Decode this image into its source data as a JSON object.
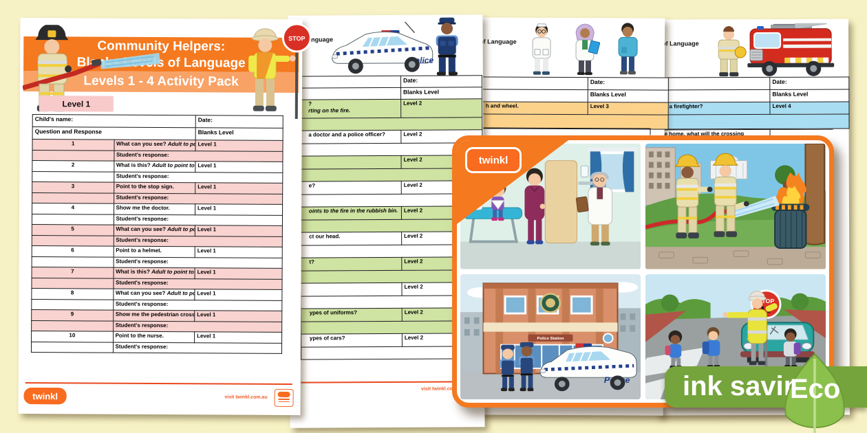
{
  "background_color": "#f7f2c5",
  "brand": {
    "logo_text": "twinkl",
    "orange": "#f4791f"
  },
  "doc1": {
    "title_line1": "Community Helpers:",
    "title_line2": "Blanks Levels of Language",
    "subtitle": "Levels 1 - 4 Activity Pack",
    "section_label": "Level 1",
    "child_name_label": "Child's name:",
    "date_label": "Date:",
    "question_header": "Question and Response",
    "level_header": "Blanks Level",
    "response_label": "Student's response:",
    "stop_sign_text": "STOP",
    "footer_link": "visit twinkl.com.au",
    "rows": [
      {
        "num": "1",
        "q": "What can you see?",
        "hint": "Adult to point to the police car.",
        "level": "Level 1"
      },
      {
        "num": "2",
        "q": "What is this?",
        "hint": "Adult to point to the fire.",
        "level": "Level 1"
      },
      {
        "num": "3",
        "q": "Point to the stop sign.",
        "hint": "",
        "level": "Level 1"
      },
      {
        "num": "4",
        "q": "Show me the doctor.",
        "hint": "",
        "level": "Level 1"
      },
      {
        "num": "5",
        "q": "What can you see?",
        "hint": "Adult to point to the tree.",
        "level": "Level 1"
      },
      {
        "num": "6",
        "q": "Point to a helmet.",
        "hint": "",
        "level": "Level 1"
      },
      {
        "num": "7",
        "q": "What is this?",
        "hint": "Adult to point to the police station.",
        "level": "Level 1"
      },
      {
        "num": "8",
        "q": "What can you see?",
        "hint": "Adult to point to the firefighters.",
        "level": "Level 1"
      },
      {
        "num": "9",
        "q": "Show me the pedestrian crossing.",
        "hint": "",
        "level": "Level 1"
      },
      {
        "num": "10",
        "q": "Point to the nurse.",
        "hint": "",
        "level": "Level 1"
      }
    ]
  },
  "doc2": {
    "header_fragment": "of Language",
    "date_label": "Date:",
    "level_header": "Blanks Level",
    "car_label": "Police",
    "footer_link": "visit twinkl.com.au",
    "rows": [
      {
        "q": "?",
        "q2": "rting on the fire.",
        "level": "Level 2"
      },
      {
        "q": "a doctor and a police officer?",
        "level": "Level 2"
      },
      {
        "q": "",
        "level": "Level 2"
      },
      {
        "q": "e?",
        "level": "Level 2"
      },
      {
        "q": "oints to the fire in the rubbish bin.",
        "level": "Level 2"
      },
      {
        "q": "ct our head.",
        "level": "Level 2"
      },
      {
        "q": "t?",
        "level": "Level 2"
      },
      {
        "q": "",
        "level": "Level 2"
      },
      {
        "q": "ypes of uniforms?",
        "level": "Level 2"
      },
      {
        "q": "ypes of cars?",
        "level": "Level 2"
      }
    ]
  },
  "doc3": {
    "header_fragment": "of Language",
    "date_label": "Date:",
    "level_header": "Blanks Level",
    "rows": [
      {
        "q": "h and wheel.",
        "level": "Level 3"
      }
    ]
  },
  "doc4": {
    "header_fragment": "of Language",
    "date_label": "Date:",
    "level_header": "Blanks Level",
    "rows": [
      {
        "q": "d a firefighter?",
        "level": "Level 4"
      },
      {
        "q": "e home, what will the crossing",
        "level": ""
      }
    ]
  },
  "overlay": {
    "logo_text": "twinkl",
    "stop_sign_text": "STOP",
    "police_car_label": "Police",
    "station_sign": "Police Station",
    "scenes": [
      "hospital",
      "firefighters",
      "police-station",
      "pedestrian-crossing"
    ]
  },
  "eco": {
    "banner_text": "ink saving",
    "leaf_text": "Eco",
    "banner_color": "#76a43c",
    "leaf_color": "#8cc04c"
  }
}
